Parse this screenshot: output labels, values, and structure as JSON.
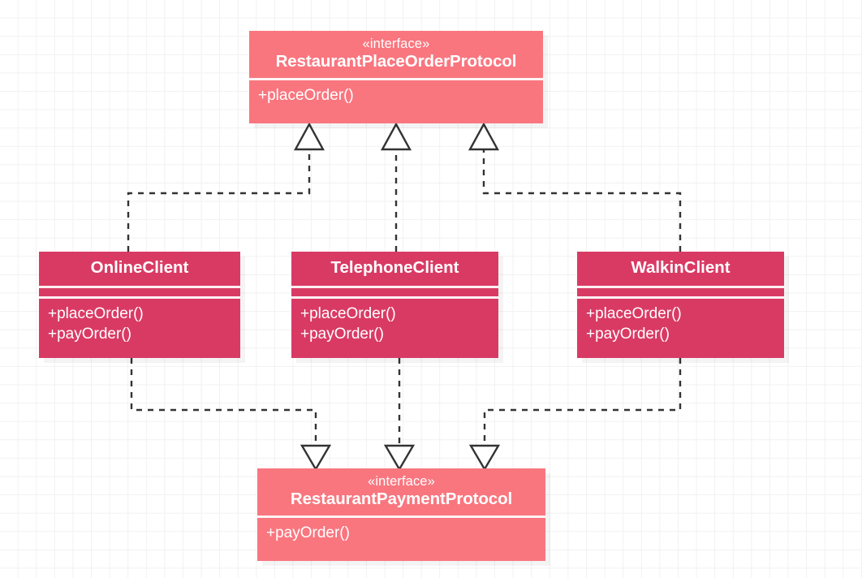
{
  "diagram": {
    "title": "Restaurant ordering UML class diagram",
    "type": "uml-class-diagram",
    "background": "#ffffff",
    "grid_color": "#f1f1f1",
    "interface_color": "#f9767f",
    "class_color": "#d93a64",
    "text_color": "#ffffff",
    "edge_color": "#333333"
  },
  "nodes": {
    "place_order_protocol": {
      "stereotype": "«interface»",
      "name": "RestaurantPlaceOrderProtocol",
      "methods": [
        "+placeOrder()"
      ],
      "kind": "interface"
    },
    "payment_protocol": {
      "stereotype": "«interface»",
      "name": "RestaurantPaymentProtocol",
      "methods": [
        "+payOrder()"
      ],
      "kind": "interface"
    },
    "online_client": {
      "name": "OnlineClient",
      "attributes": [],
      "methods": [
        "+placeOrder()",
        "+payOrder()"
      ],
      "kind": "class"
    },
    "telephone_client": {
      "name": "TelephoneClient",
      "attributes": [],
      "methods": [
        "+placeOrder()",
        "+payOrder()"
      ],
      "kind": "class"
    },
    "walkin_client": {
      "name": "WalkinClient",
      "attributes": [],
      "methods": [
        "+placeOrder()",
        "+payOrder()"
      ],
      "kind": "class"
    }
  },
  "edges": [
    {
      "from": "online_client",
      "to": "place_order_protocol",
      "type": "realization",
      "style": "dashed",
      "arrow": "hollow-triangle"
    },
    {
      "from": "telephone_client",
      "to": "place_order_protocol",
      "type": "realization",
      "style": "dashed",
      "arrow": "hollow-triangle"
    },
    {
      "from": "walkin_client",
      "to": "place_order_protocol",
      "type": "realization",
      "style": "dashed",
      "arrow": "hollow-triangle"
    },
    {
      "from": "online_client",
      "to": "payment_protocol",
      "type": "realization",
      "style": "dashed",
      "arrow": "hollow-triangle"
    },
    {
      "from": "telephone_client",
      "to": "payment_protocol",
      "type": "realization",
      "style": "dashed",
      "arrow": "hollow-triangle"
    },
    {
      "from": "walkin_client",
      "to": "payment_protocol",
      "type": "realization",
      "style": "dashed",
      "arrow": "hollow-triangle"
    }
  ]
}
